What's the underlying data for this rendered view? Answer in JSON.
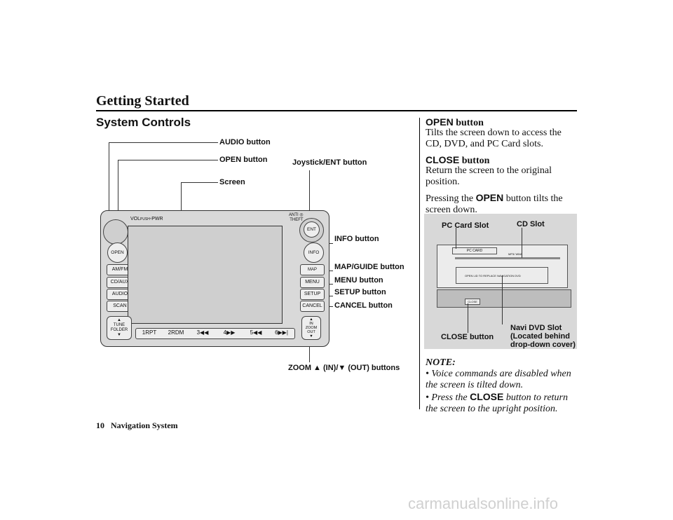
{
  "header": {
    "section_title": "Getting Started",
    "subtitle": "System Controls"
  },
  "diagram": {
    "callouts": {
      "audio": "AUDIO button",
      "open": "OPEN button",
      "screen": "Screen",
      "joystick": "Joystick/ENT button",
      "info": "INFO button",
      "map_guide": "MAP/GUIDE button",
      "menu": "MENU button",
      "setup": "SETUP button",
      "cancel": "CANCEL button",
      "zoom": "ZOOM ▲ (IN)/▼ (OUT) buttons"
    },
    "unit": {
      "vol_label": "VOL",
      "vol_sub": "PUSH",
      "pwr_label": "PWR",
      "anti_theft": "ANTI ◎\nTHEFT",
      "open": "OPEN",
      "ent": "ENT",
      "info": "INFO",
      "left_buttons": [
        "AM/FM",
        "CD/AUX",
        "AUDIO",
        "SCAN"
      ],
      "right_buttons": [
        "MAP GUIDE",
        "MENU",
        "SETUP",
        "CANCEL"
      ],
      "tune_folder": "▲\nTUNE\nFOLDER\n▼",
      "zoom_key": "▲\nIN\nZOOM\nOUT\n▼",
      "presets": [
        "1RPT",
        "2RDM",
        "3◀◀",
        "4▶▶",
        "5◀◀",
        "6▶▶|"
      ]
    }
  },
  "right_column": {
    "open_head_key": "OPEN",
    "open_head_rest": " button",
    "open_body": "Tilts the screen down to access the CD, DVD, and PC Card slots.",
    "close_head_key": "CLOSE",
    "close_head_rest": " button",
    "close_body": "Return the screen to the original position.",
    "press_pre": "Pressing the ",
    "press_key": "OPEN",
    "press_post": " button tilts the screen down.",
    "photo": {
      "pc_card_slot": "PC Card Slot",
      "cd_slot": "CD Slot",
      "close_button": "CLOSE button",
      "navi_dvd_slot": "Navi DVD Slot\n(Located behind\ndrop-down cover)",
      "slot_text": "PC CARD",
      "dvd_cover_text": "OPEN LID TO REPLACE NAVIGATION DVD",
      "close_key": "CLOSE",
      "mp3": "MP3/ WMA"
    },
    "note_title": "NOTE:",
    "notes": [
      {
        "pre": "Voice commands are disabled when the screen is tilted down.",
        "key": "",
        "post": ""
      },
      {
        "pre": "Press the ",
        "key": "CLOSE",
        "post": " button to return the screen to the upright position."
      }
    ]
  },
  "footer": {
    "page_number": "10",
    "manual_title": "Navigation System"
  },
  "watermark": "carmanualsonline.info"
}
